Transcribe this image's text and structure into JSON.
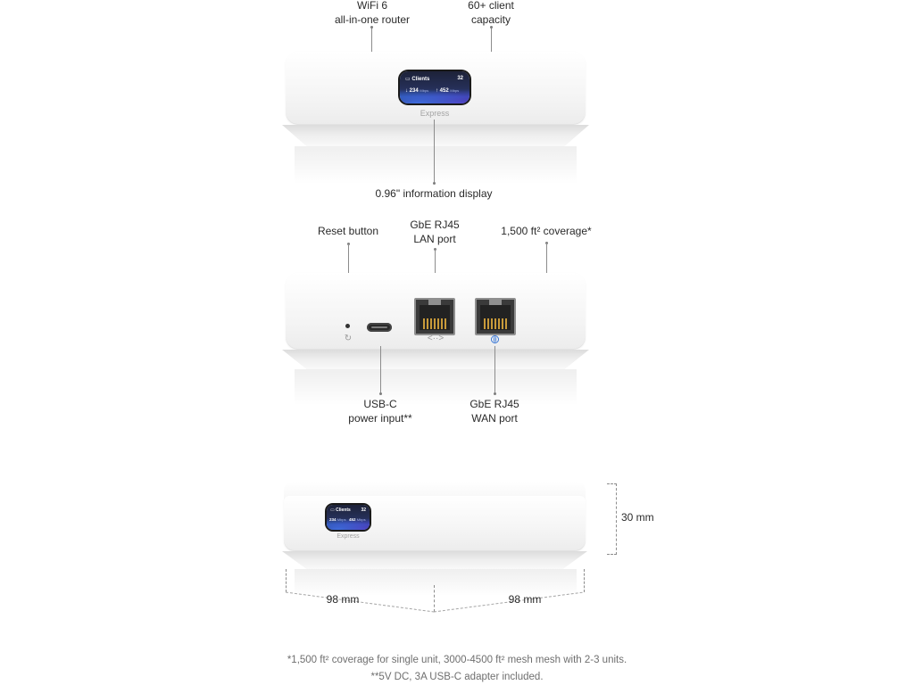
{
  "top_device": {
    "callouts": {
      "wifi_line1": "WiFi 6",
      "wifi_line2": "all-in-one router",
      "clients_line1": "60+ client",
      "clients_line2": "capacity",
      "display": "0.96\" information display"
    },
    "screen": {
      "title": "Clients",
      "count": "32",
      "down_value": "234",
      "down_unit": "Mbps",
      "up_value": "452",
      "up_unit": "Mbps"
    },
    "brand": "Express"
  },
  "back_device": {
    "callouts": {
      "reset": "Reset button",
      "lan_line1": "GbE RJ45",
      "lan_line2": "LAN port",
      "coverage": "1,500 ft² coverage*",
      "usbc_line1": "USB-C",
      "usbc_line2": "power input**",
      "wan_line1": "GbE RJ45",
      "wan_line2": "WAN port"
    },
    "icons": {
      "reset": "reset-icon",
      "lan": "lan-arrows-icon",
      "wan": "globe-icon"
    }
  },
  "angled_device": {
    "height": "30 mm",
    "width_left": "98 mm",
    "width_right": "98 mm",
    "screen": {
      "title": "Clients",
      "count": "32",
      "down_value": "234",
      "down_unit": "Mbps",
      "up_value": "452",
      "up_unit": "Mbps"
    },
    "brand": "Express"
  },
  "footnotes": {
    "coverage": "*1,500 ft² coverage for single unit, 3000-4500 ft² mesh mesh with 2-3 units.",
    "power": "**5V DC, 3A USB-C adapter included."
  },
  "colors": {
    "screen_blue": "#2b4ea8",
    "wan_icon": "#3a78d6",
    "device_white": "#f5f5f5"
  }
}
